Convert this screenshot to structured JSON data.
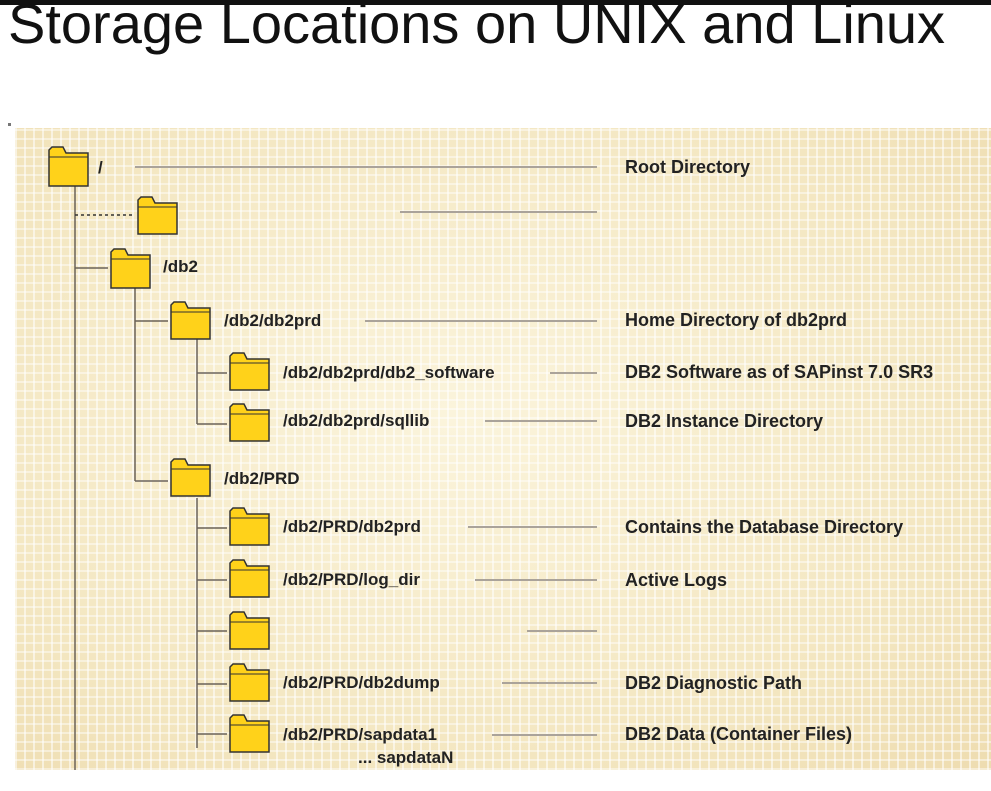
{
  "title": "Storage Locations on UNIX and Linux",
  "nodes": [
    {
      "id": "root",
      "label": "/",
      "description": "Root Directory",
      "icon": "folder-icon"
    },
    {
      "id": "unnamed-1",
      "label": "",
      "description": "",
      "icon": "folder-icon"
    },
    {
      "id": "db2",
      "label": "/db2",
      "description": "",
      "icon": "folder-icon"
    },
    {
      "id": "db2prd",
      "label": "/db2/db2prd",
      "description": "Home Directory of db2prd",
      "icon": "folder-icon"
    },
    {
      "id": "db2_software",
      "label": "/db2/db2prd/db2_software",
      "description": "DB2 Software as of SAPinst 7.0 SR3",
      "icon": "folder-icon"
    },
    {
      "id": "sqllib",
      "label": "/db2/db2prd/sqllib",
      "description": "DB2 Instance Directory",
      "icon": "folder-icon"
    },
    {
      "id": "PRD",
      "label": "/db2/PRD",
      "description": "",
      "icon": "folder-icon"
    },
    {
      "id": "PRD_db2prd",
      "label": "/db2/PRD/db2prd",
      "description": "Contains the Database Directory",
      "icon": "folder-icon"
    },
    {
      "id": "log_dir",
      "label": "/db2/PRD/log_dir",
      "description": "Active Logs",
      "icon": "folder-icon"
    },
    {
      "id": "unnamed-2",
      "label": "",
      "description": "",
      "icon": "folder-icon"
    },
    {
      "id": "db2dump",
      "label": "/db2/PRD/db2dump",
      "description": "DB2 Diagnostic Path",
      "icon": "folder-icon"
    },
    {
      "id": "sapdata",
      "label": "/db2/PRD/sapdata1",
      "label_line2": "... sapdataN",
      "description": "DB2 Data (Container Files)",
      "icon": "folder-icon"
    }
  ],
  "colors": {
    "folder_fill": "#ffd21a",
    "folder_stroke": "#333333",
    "tree_line": "#6a6258",
    "connector": "#aaa39a",
    "panel": "#f4e8c5"
  }
}
